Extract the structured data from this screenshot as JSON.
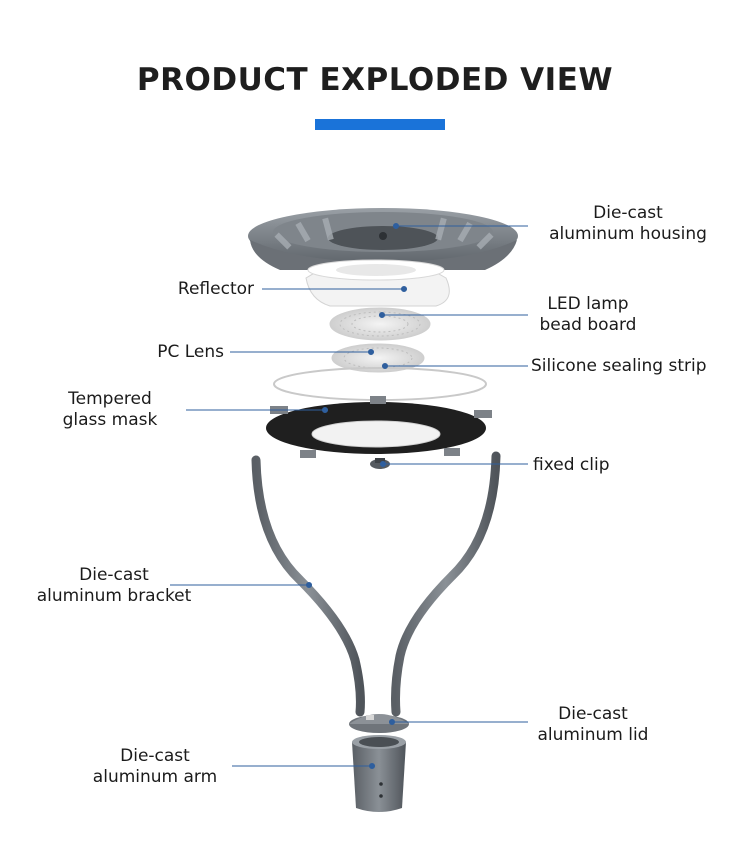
{
  "header": {
    "title": "PRODUCT EXPLODED VIEW",
    "accent_color": "#1a73d9"
  },
  "labels": {
    "housing": [
      "Die-cast",
      "aluminum housing"
    ],
    "reflector": "Reflector",
    "led_board": [
      "LED lamp",
      "bead board"
    ],
    "pc_lens": "PC Lens",
    "sealing_strip": "Silicone sealing strip",
    "glass_mask": [
      "Tempered",
      "glass mask"
    ],
    "fixed_clip": "fixed clip",
    "bracket": [
      "Die-cast",
      "aluminum bracket"
    ],
    "lid": [
      "Die-cast",
      "aluminum lid"
    ],
    "arm": [
      "Die-cast",
      "aluminum arm"
    ]
  },
  "colors": {
    "leader_line": "#2f5f9e",
    "metal": "#7d8288",
    "glass": "#1f1f1f"
  }
}
